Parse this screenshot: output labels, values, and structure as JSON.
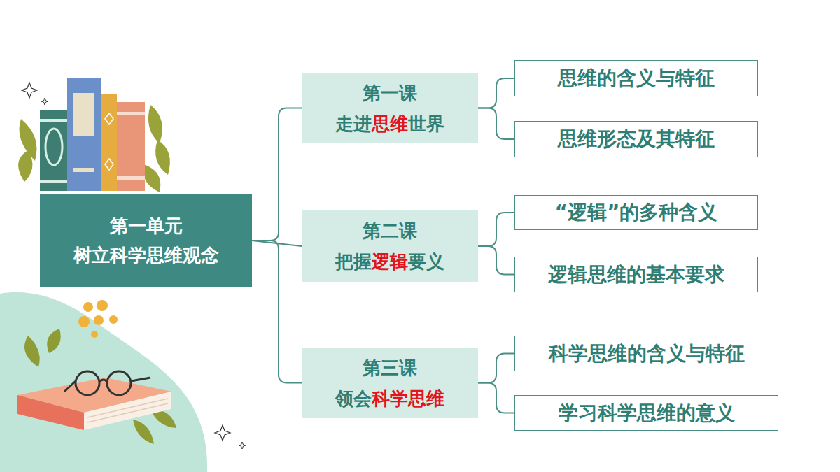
{
  "diagram": {
    "nodes": [
      {
        "text": [
          "第一单元",
          "树立科学思维观念"
        ]
      },
      {
        "text": [
          "第一课",
          "走进思维世界"
        ]
      },
      {
        "text": [
          "思维的含义与特征"
        ]
      },
      {
        "text": [
          "思维形态及其特征"
        ]
      },
      {
        "text": [
          "第二课",
          "把握逻辑要义"
        ]
      },
      {
        "text": [
          "“逻辑”的多种含义"
        ]
      },
      {
        "text": [
          "逻辑思维的基本要求"
        ]
      },
      {
        "text": [
          "第三课",
          "领会科学思维"
        ]
      },
      {
        "text": [
          "科学思维的含义与特征"
        ]
      },
      {
        "text": [
          "学习科学思维的意义"
        ]
      }
    ],
    "edges": [
      {
        "from": 0,
        "to": 1,
        "arrow": "none"
      },
      {
        "from": 0,
        "to": 4,
        "arrow": "none"
      },
      {
        "from": 0,
        "to": 7,
        "arrow": "none"
      },
      {
        "from": 1,
        "to": 2,
        "arrow": "none"
      },
      {
        "from": 1,
        "to": 3,
        "arrow": "none"
      },
      {
        "from": 4,
        "to": 5,
        "arrow": "none"
      },
      {
        "from": 4,
        "to": 6,
        "arrow": "none"
      },
      {
        "from": 7,
        "to": 8,
        "arrow": "none"
      },
      {
        "from": 7,
        "to": 9,
        "arrow": "none"
      }
    ]
  }
}
